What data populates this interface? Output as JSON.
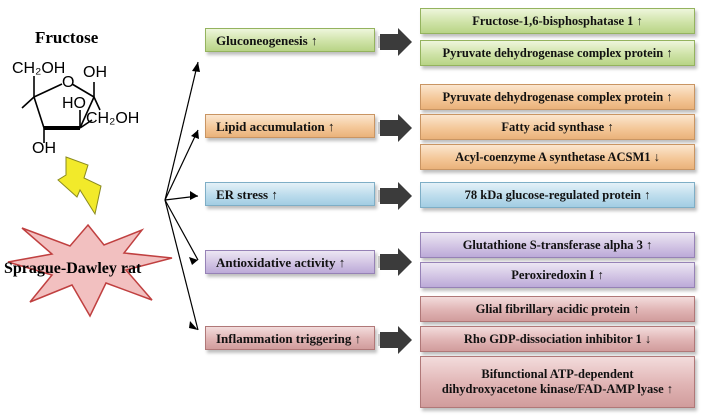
{
  "diagram": {
    "title": "Fructose",
    "structure_labels": {
      "ch2oh_top": "CH₂OH",
      "oh_top_right": "OH",
      "ring_o": "O",
      "ho_mid": "HO",
      "ch2oh_right": "CH₂OH",
      "oh_bottom": "OH"
    },
    "organism": "Sprague-Dawley rat",
    "colors": {
      "green": "#cfe3a8",
      "orange": "#f4c89a",
      "blue": "#bcdcec",
      "purple": "#d2c4e4",
      "red": "#e0b4b4",
      "bolt": "#f2ea2a",
      "burst": "#f2c0c0"
    },
    "effects": [
      {
        "label": "Gluconeogenesis ↑",
        "color": "green",
        "proteins": [
          "Fructose-1,6-bisphosphatase 1 ↑",
          "Pyruvate dehydrogenase complex protein ↑"
        ]
      },
      {
        "label": "Lipid accumulation ↑",
        "color": "orange",
        "proteins": [
          "Pyruvate dehydrogenase complex protein ↑",
          "Fatty acid synthase ↑",
          "Acyl-coenzyme A synthetase ACSM1 ↓"
        ]
      },
      {
        "label": "ER stress ↑",
        "color": "blue",
        "proteins": [
          "78 kDa glucose-regulated protein ↑"
        ]
      },
      {
        "label": "Antioxidative activity ↑",
        "color": "purple",
        "proteins": [
          "Glutathione S-transferase alpha 3 ↑",
          "Peroxiredoxin I ↑"
        ]
      },
      {
        "label": "Inflammation triggering ↑",
        "color": "red",
        "proteins": [
          "Glial fibrillary acidic protein ↑",
          "Rho GDP-dissociation inhibitor 1 ↓",
          "Bifunctional ATP-dependent dihydroxyacetone kinase/FAD-AMP lyase ↑"
        ]
      }
    ]
  }
}
